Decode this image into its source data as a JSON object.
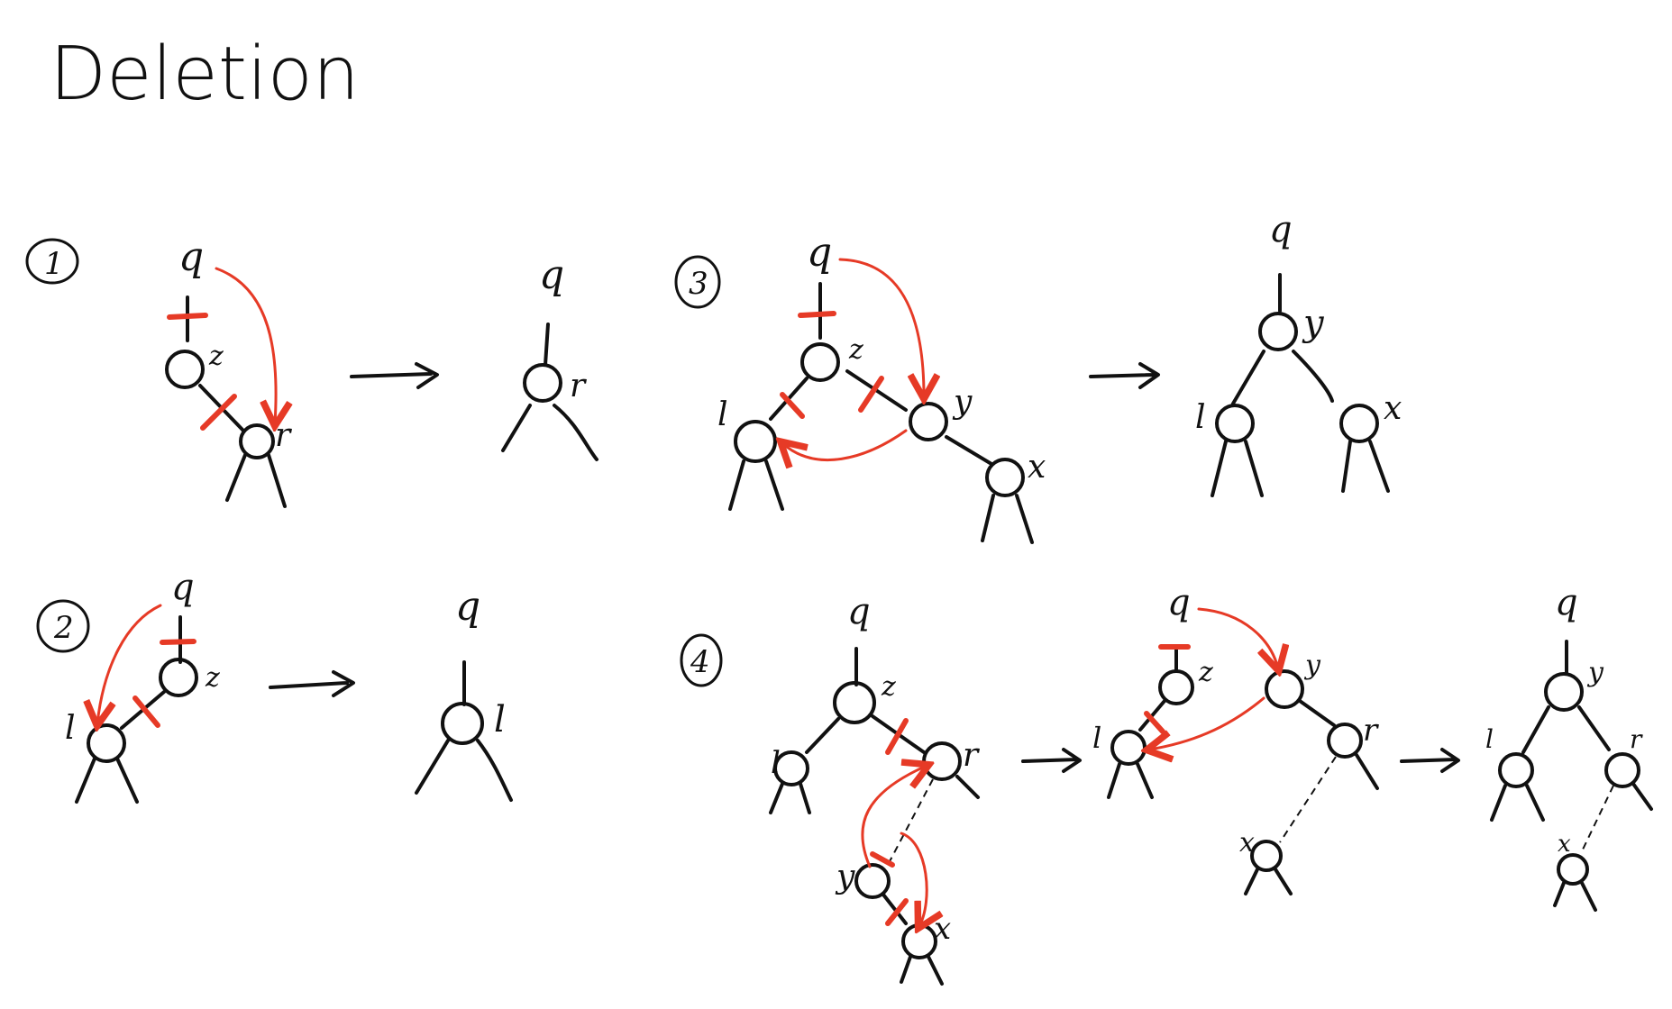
{
  "title": "Deletion",
  "colors": {
    "ink": "#111111",
    "annotation": "#e63a26",
    "background": "#ffffff"
  },
  "case_labels": [
    "1",
    "2",
    "3",
    "4"
  ],
  "node_labels": {
    "q": "q",
    "z": "z",
    "r": "r",
    "l": "l",
    "y": "y",
    "x": "x"
  }
}
